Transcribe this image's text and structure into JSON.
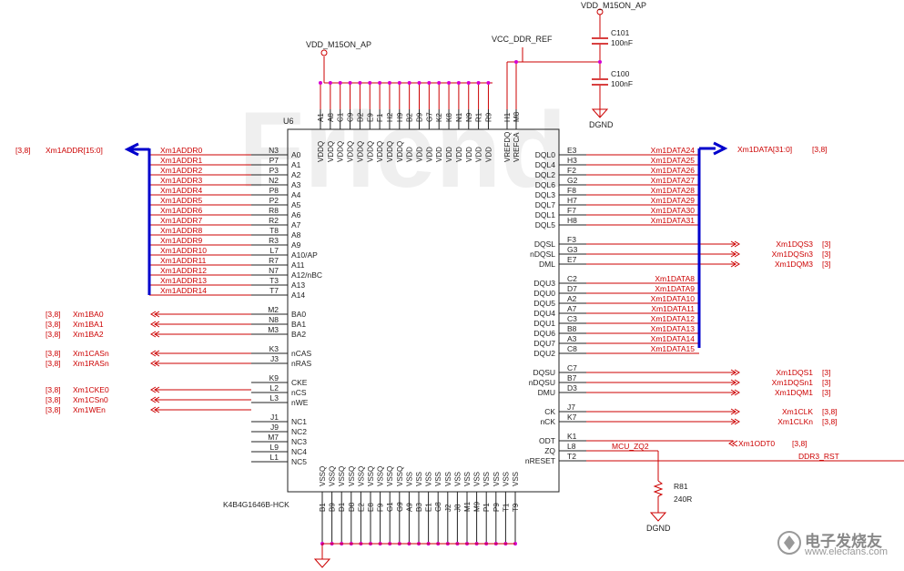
{
  "watermark": "Friend",
  "ic": {
    "ref": "U6",
    "part": "K4B4G1646B-HCK",
    "top_pins": [
      {
        "ball": "A1",
        "name": "VDDQ"
      },
      {
        "ball": "A8",
        "name": "VDDQ"
      },
      {
        "ball": "C1",
        "name": "VDDQ"
      },
      {
        "ball": "C9",
        "name": "VDDQ"
      },
      {
        "ball": "D2",
        "name": "VDDQ"
      },
      {
        "ball": "E9",
        "name": "VDDQ"
      },
      {
        "ball": "F1",
        "name": "VDDQ"
      },
      {
        "ball": "H2",
        "name": "VDDQ"
      },
      {
        "ball": "H9",
        "name": "VDDQ"
      },
      {
        "ball": "B2",
        "name": "VDD"
      },
      {
        "ball": "D9",
        "name": "VDD"
      },
      {
        "ball": "G7",
        "name": "VDD"
      },
      {
        "ball": "K2",
        "name": "VDD"
      },
      {
        "ball": "K8",
        "name": "VDD"
      },
      {
        "ball": "N1",
        "name": "VDD"
      },
      {
        "ball": "N9",
        "name": "VDD"
      },
      {
        "ball": "R1",
        "name": "VDD"
      },
      {
        "ball": "R9",
        "name": "VDD"
      },
      {
        "ball": "H1",
        "name": "VREFDQ"
      },
      {
        "ball": "M8",
        "name": "VREFCA"
      }
    ],
    "bottom_pins": [
      {
        "ball": "B1",
        "name": "VSSQ"
      },
      {
        "ball": "B9",
        "name": "VSSQ"
      },
      {
        "ball": "D1",
        "name": "VSSQ"
      },
      {
        "ball": "D8",
        "name": "VSSQ"
      },
      {
        "ball": "E2",
        "name": "VSSQ"
      },
      {
        "ball": "E8",
        "name": "VSSQ"
      },
      {
        "ball": "F9",
        "name": "VSSQ"
      },
      {
        "ball": "G1",
        "name": "VSSQ"
      },
      {
        "ball": "G9",
        "name": "VSSQ"
      },
      {
        "ball": "A9",
        "name": "VSS"
      },
      {
        "ball": "B3",
        "name": "VSS"
      },
      {
        "ball": "E1",
        "name": "VSS"
      },
      {
        "ball": "G8",
        "name": "VSS"
      },
      {
        "ball": "J2",
        "name": "VSS"
      },
      {
        "ball": "J8",
        "name": "VSS"
      },
      {
        "ball": "M1",
        "name": "VSS"
      },
      {
        "ball": "M9",
        "name": "VSS"
      },
      {
        "ball": "P1",
        "name": "VSS"
      },
      {
        "ball": "P9",
        "name": "VSS"
      },
      {
        "ball": "T1",
        "name": "VSS"
      },
      {
        "ball": "T9",
        "name": "VSS"
      }
    ],
    "left_pins": [
      {
        "ball": "N3",
        "name": "A0",
        "net": "Xm1ADDR0"
      },
      {
        "ball": "P7",
        "name": "A1",
        "net": "Xm1ADDR1"
      },
      {
        "ball": "P3",
        "name": "A2",
        "net": "Xm1ADDR2"
      },
      {
        "ball": "N2",
        "name": "A3",
        "net": "Xm1ADDR3"
      },
      {
        "ball": "P8",
        "name": "A4",
        "net": "Xm1ADDR4"
      },
      {
        "ball": "P2",
        "name": "A5",
        "net": "Xm1ADDR5"
      },
      {
        "ball": "R8",
        "name": "A6",
        "net": "Xm1ADDR6"
      },
      {
        "ball": "R2",
        "name": "A7",
        "net": "Xm1ADDR7"
      },
      {
        "ball": "T8",
        "name": "A8",
        "net": "Xm1ADDR8"
      },
      {
        "ball": "R3",
        "name": "A9",
        "net": "Xm1ADDR9"
      },
      {
        "ball": "L7",
        "name": "A10/AP",
        "net": "Xm1ADDR10"
      },
      {
        "ball": "R7",
        "name": "A11",
        "net": "Xm1ADDR11"
      },
      {
        "ball": "N7",
        "name": "A12/nBC",
        "net": "Xm1ADDR12"
      },
      {
        "ball": "T3",
        "name": "A13",
        "net": "Xm1ADDR13"
      },
      {
        "ball": "T7",
        "name": "A14",
        "net": "Xm1ADDR14"
      },
      {
        "ball": "M2",
        "name": "BA0",
        "net": "Xm1BA0",
        "ref": "[3,8]"
      },
      {
        "ball": "N8",
        "name": "BA1",
        "net": "Xm1BA1",
        "ref": "[3,8]"
      },
      {
        "ball": "M3",
        "name": "BA2",
        "net": "Xm1BA2",
        "ref": "[3,8]"
      },
      {
        "ball": "K3",
        "name": "nCAS",
        "net": "Xm1CASn",
        "ref": "[3,8]"
      },
      {
        "ball": "J3",
        "name": "nRAS",
        "net": "Xm1RASn",
        "ref": "[3,8]"
      },
      {
        "ball": "K9",
        "name": "CKE",
        "net": "",
        "ref": ""
      },
      {
        "ball": "L2",
        "name": "nCS",
        "net": "Xm1CKE0",
        "ref": "[3,8]"
      },
      {
        "ball": "L3",
        "name": "nWE",
        "net": "Xm1CSn0",
        "ref": "[3,8]"
      },
      {
        "ball": "J1",
        "name": "NC1",
        "net": "Xm1WEn",
        "ref": "[3,8]"
      },
      {
        "ball": "J9",
        "name": "NC2",
        "net": "",
        "ref": ""
      },
      {
        "ball": "M7",
        "name": "NC3",
        "net": "",
        "ref": ""
      },
      {
        "ball": "L9",
        "name": "NC4",
        "net": "",
        "ref": ""
      },
      {
        "ball": "L1",
        "name": "NC5",
        "net": "",
        "ref": ""
      }
    ],
    "right_pins": [
      {
        "ball": "E3",
        "name": "DQL0",
        "net": "Xm1DATA24"
      },
      {
        "ball": "H3",
        "name": "DQL4",
        "net": "Xm1DATA25"
      },
      {
        "ball": "F2",
        "name": "DQL2",
        "net": "Xm1DATA26"
      },
      {
        "ball": "G2",
        "name": "DQL6",
        "net": "Xm1DATA27"
      },
      {
        "ball": "F8",
        "name": "DQL3",
        "net": "Xm1DATA28"
      },
      {
        "ball": "H7",
        "name": "DQL7",
        "net": "Xm1DATA29"
      },
      {
        "ball": "F7",
        "name": "DQL1",
        "net": "Xm1DATA30"
      },
      {
        "ball": "H8",
        "name": "DQL5",
        "net": "Xm1DATA31"
      },
      {
        "ball": "F3",
        "name": "DQSL",
        "net": "Xm1DQS3",
        "ref": "[3]"
      },
      {
        "ball": "G3",
        "name": "nDQSL",
        "net": "Xm1DQSn3",
        "ref": "[3]"
      },
      {
        "ball": "E7",
        "name": "DML",
        "net": "Xm1DQM3",
        "ref": "[3]"
      },
      {
        "ball": "C2",
        "name": "DQU3",
        "net": "Xm1DATA8"
      },
      {
        "ball": "D7",
        "name": "DQU0",
        "net": "Xm1DATA9"
      },
      {
        "ball": "A2",
        "name": "DQU5",
        "net": "Xm1DATA10"
      },
      {
        "ball": "A7",
        "name": "DQU4",
        "net": "Xm1DATA11"
      },
      {
        "ball": "C3",
        "name": "DQU1",
        "net": "Xm1DATA12"
      },
      {
        "ball": "B8",
        "name": "DQU6",
        "net": "Xm1DATA13"
      },
      {
        "ball": "A3",
        "name": "DQU7",
        "net": "Xm1DATA14"
      },
      {
        "ball": "C8",
        "name": "DQU2",
        "net": "Xm1DATA15"
      },
      {
        "ball": "C7",
        "name": "DQSU",
        "net": "Xm1DQS1",
        "ref": "[3]"
      },
      {
        "ball": "B7",
        "name": "nDQSU",
        "net": "Xm1DQSn1",
        "ref": "[3]"
      },
      {
        "ball": "D3",
        "name": "DMU",
        "net": "Xm1DQM1",
        "ref": "[3]"
      },
      {
        "ball": "J7",
        "name": "CK",
        "net": "Xm1CLK",
        "ref": "[3,8]"
      },
      {
        "ball": "K7",
        "name": "nCK",
        "net": "Xm1CLKn",
        "ref": "[3,8]"
      },
      {
        "ball": "K1",
        "name": "ODT",
        "net": "Xm1ODT0",
        "ref": "[3,8]"
      },
      {
        "ball": "L8",
        "name": "ZQ",
        "net": "MCU_ZQ2",
        "ref": ""
      },
      {
        "ball": "T2",
        "name": "nRESET",
        "net": "DDR3_RST",
        "ref": ""
      }
    ]
  },
  "nets": {
    "vdd_top": "VDD_M15ON_AP",
    "vdd_right": "VDD_M15ON_AP",
    "vref": "VCC_DDR_REF",
    "addr_bus": "Xm1ADDR[15:0]",
    "addr_bus_ref": "[3,8]",
    "data_bus": "Xm1DATA[31:0]",
    "data_bus_ref": "[3,8]",
    "dgnd1": "DGND",
    "dgnd2": "DGND"
  },
  "components": {
    "c101": {
      "ref": "C101",
      "value": "100nF"
    },
    "c100": {
      "ref": "C100",
      "value": "100nF"
    },
    "r81": {
      "ref": "R81",
      "value": "240R"
    }
  },
  "footer": "电子发烧友",
  "footer_url": "www.elecfans.com",
  "colors": {
    "wire": "#cc0000",
    "bus": "#0000cc",
    "pin": "#222222",
    "dot": "#d400d4"
  }
}
